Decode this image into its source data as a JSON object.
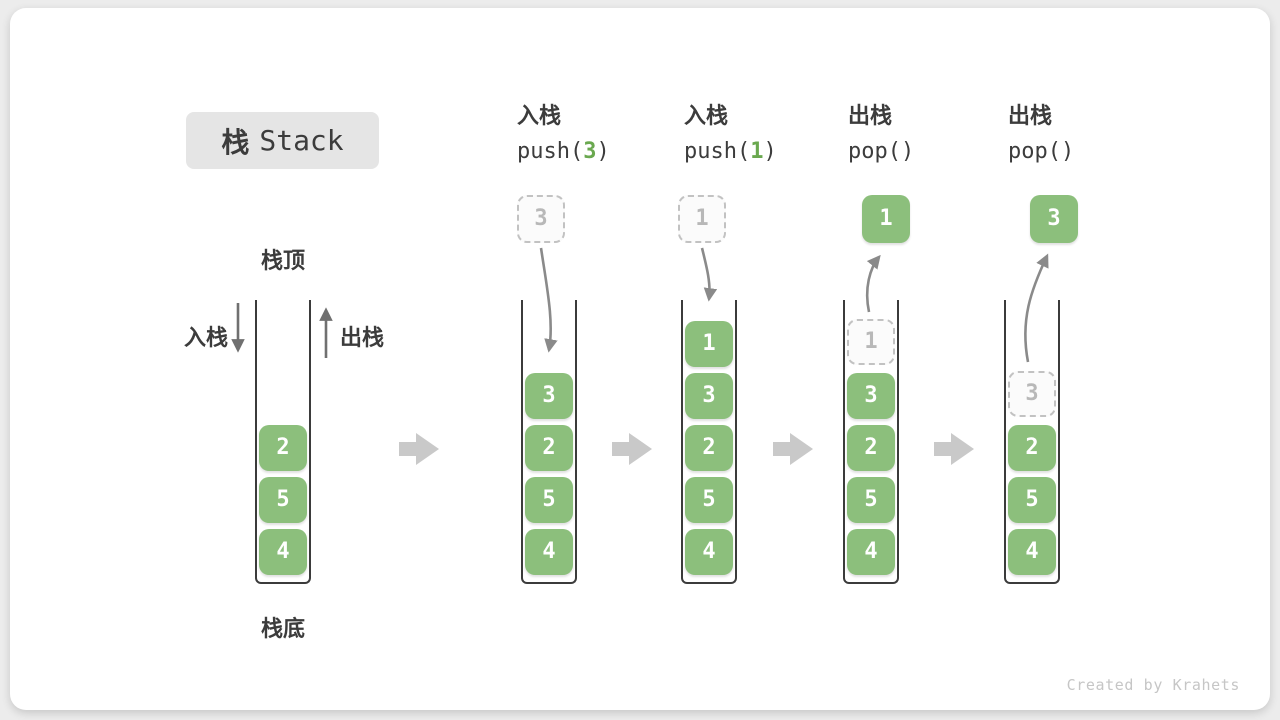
{
  "title": {
    "zh": "栈",
    "en": "Stack"
  },
  "labels": {
    "stack_top": "栈顶",
    "stack_bottom": "栈底",
    "push_side": "入栈",
    "pop_side": "出栈"
  },
  "footer": "Created by Krahets",
  "colors": {
    "cell-green": "#8cbf7c",
    "arg-green": "#6aa84f",
    "curve-arrow": "#8a8a8a",
    "side-arrow": "#707070",
    "block-arrow": "#c9c9c9",
    "wall": "#3b3b3b",
    "title-bg": "#e5e5e5",
    "text-dark": "#3c3c3c",
    "ghost-border": "#c2c2c2",
    "ghost-text": "#b8b8b8",
    "footer-gray": "#c6c6c6",
    "page-bg": "#ececec"
  },
  "steps": [
    {
      "name": "initial",
      "cells": [
        "2",
        "5",
        "4"
      ]
    },
    {
      "name": "push-3",
      "header1": "入栈",
      "op_prefix": "push(",
      "op_arg": "3",
      "op_suffix": ")",
      "floating": "3",
      "cells": [
        "3",
        "2",
        "5",
        "4"
      ]
    },
    {
      "name": "push-1",
      "header1": "入栈",
      "op_prefix": "push(",
      "op_arg": "1",
      "op_suffix": ")",
      "floating": "1",
      "cells": [
        "1",
        "3",
        "2",
        "5",
        "4"
      ]
    },
    {
      "name": "pop-1",
      "header1": "出栈",
      "op_prefix": "pop()",
      "op_arg": "",
      "op_suffix": "",
      "floating": "1",
      "ghost": "1",
      "cells": [
        "3",
        "2",
        "5",
        "4"
      ]
    },
    {
      "name": "pop-3",
      "header1": "出栈",
      "op_prefix": "pop()",
      "op_arg": "",
      "op_suffix": "",
      "floating": "3",
      "ghost": "3",
      "cells": [
        "2",
        "5",
        "4"
      ]
    }
  ]
}
